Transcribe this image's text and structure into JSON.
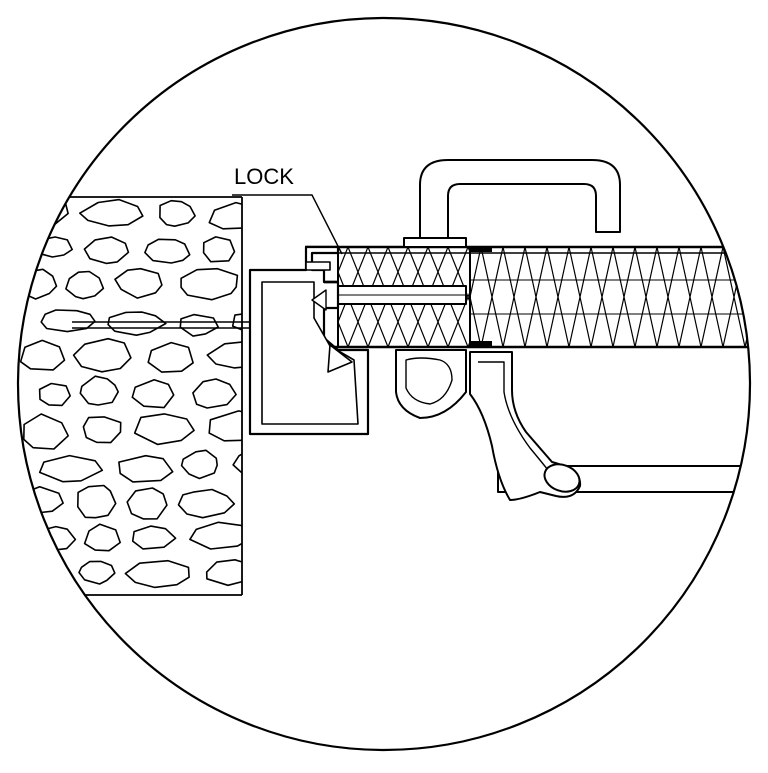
{
  "callout": {
    "label": "LOCK"
  },
  "colors": {
    "stroke": "#000000",
    "background": "#ffffff"
  },
  "parts": [
    "detail-circle",
    "stone-wall",
    "lock-profile",
    "insulated-panel",
    "door-handle",
    "bottom-hinge-bracket",
    "support-rod"
  ]
}
